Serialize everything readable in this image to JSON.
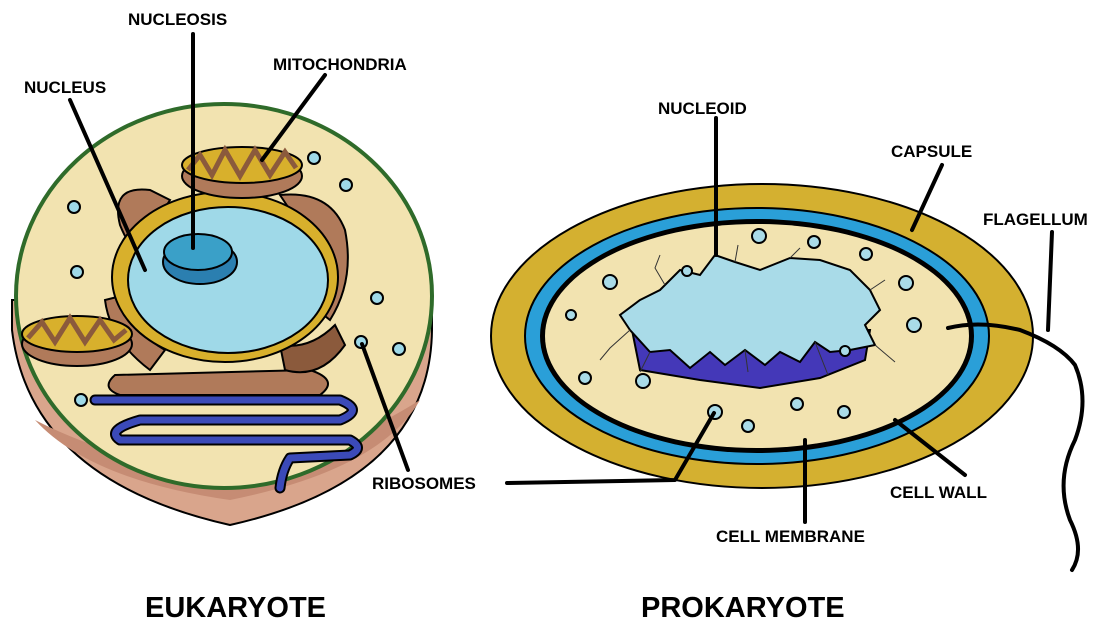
{
  "eukaryote": {
    "title": "EUKARYOTE",
    "labels": {
      "nucleosis": "NUCLEOSIS",
      "mitochondria": "MITOCHONDRIA",
      "nucleus": "NUCLEUS"
    }
  },
  "shared": {
    "ribosomes": "RIBOSOMES"
  },
  "prokaryote": {
    "title": "PROKARYOTE",
    "labels": {
      "nucleoid": "NUCLEOID",
      "capsule": "CAPSULE",
      "flagellum": "FLAGELLUM",
      "cell_wall": "CELL WALL",
      "cell_membrane": "CELL MEMBRANE"
    }
  },
  "colors": {
    "cytoplasm": "#f2e3b0",
    "cell_outer": "#d9a58c",
    "cell_outer_dark": "#c68c74",
    "membrane_green": "#2f6b2a",
    "er_brown": "#b07a5a",
    "er_brown_dark": "#8b5a3c",
    "nucleus_fill": "#9fd9e8",
    "nucleolus": "#3aa0c8",
    "nuclear_envelope": "#d8b02c",
    "golgi_blue": "#3b4ab8",
    "capsule_gold": "#d4b030",
    "cell_wall_blue": "#2a9fd8",
    "nucleoid_dark": "#4438b8"
  }
}
